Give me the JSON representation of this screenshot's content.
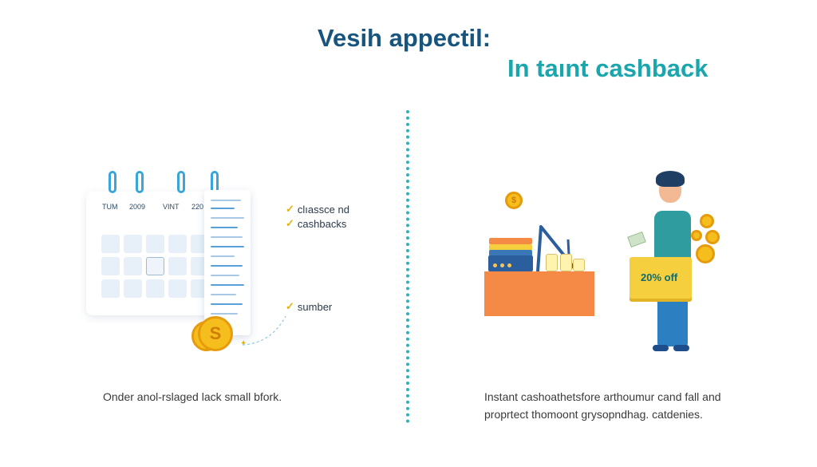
{
  "header": {
    "title": "Vesih appectil:",
    "subtitle": "In taınt cashback"
  },
  "left_panel": {
    "calendar_labels": [
      "TUM",
      "2009",
      "VINT",
      "220"
    ],
    "checklist": [
      {
        "label": "clıasscе nd"
      },
      {
        "label": "cashbacks"
      },
      {
        "label": "sumber"
      }
    ],
    "coin_symbol": "S",
    "caption": "Onder anol-rslaged lack small bfork."
  },
  "right_panel": {
    "coin_symbol": "$",
    "bag_label": "20% off",
    "caption_lines": [
      "Instant cashoathetsfore arthoumur cand fall and",
      "proprtect thomoont grysopndhag. catdenies."
    ]
  },
  "colors": {
    "title": "#17557e",
    "subtitle": "#1aa6ad",
    "divider": "#2bb3ba",
    "coin": "#f6be1d",
    "counter": "#f58a47",
    "bag": "#f6cf3e"
  }
}
